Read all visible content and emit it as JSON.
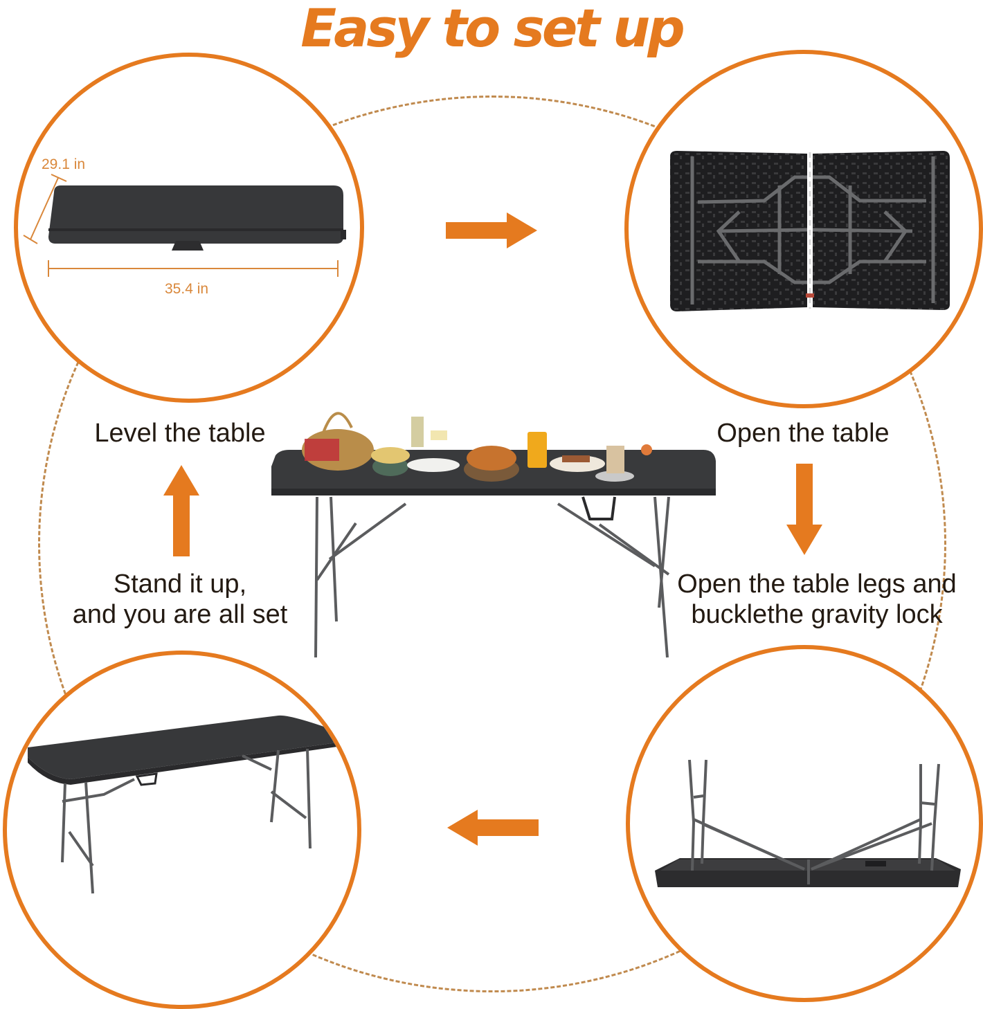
{
  "header": {
    "title": "Easy to set up"
  },
  "colors": {
    "accent": "#e57a1f",
    "dashed_ring": "#c08a4e",
    "text": "#231a12",
    "table_top": "#3a3b3d",
    "frame": "#5b5c5e"
  },
  "steps": [
    {
      "id": "folded",
      "position": "top-left",
      "dimensions": {
        "depth": "29.1 in",
        "width": "35.4 in"
      }
    },
    {
      "id": "open-table",
      "position": "top-right",
      "label": "Open the table"
    },
    {
      "id": "legs-open",
      "position": "bottom-right",
      "label_line1": "Open the table legs and",
      "label_line2": "bucklethe gravity lock"
    },
    {
      "id": "upright",
      "position": "bottom-left",
      "label_line1": "Stand it up,",
      "label_line2": "and you  are all set"
    },
    {
      "id": "level",
      "position": "center-left",
      "label": "Level the table"
    }
  ],
  "arrows": [
    {
      "direction": "right",
      "icon": "arrow-right-icon"
    },
    {
      "direction": "down",
      "icon": "arrow-down-icon"
    },
    {
      "direction": "left",
      "icon": "arrow-left-icon"
    },
    {
      "direction": "up",
      "icon": "arrow-up-icon"
    }
  ],
  "center_image": {
    "subject": "folding table set with picnic food"
  }
}
